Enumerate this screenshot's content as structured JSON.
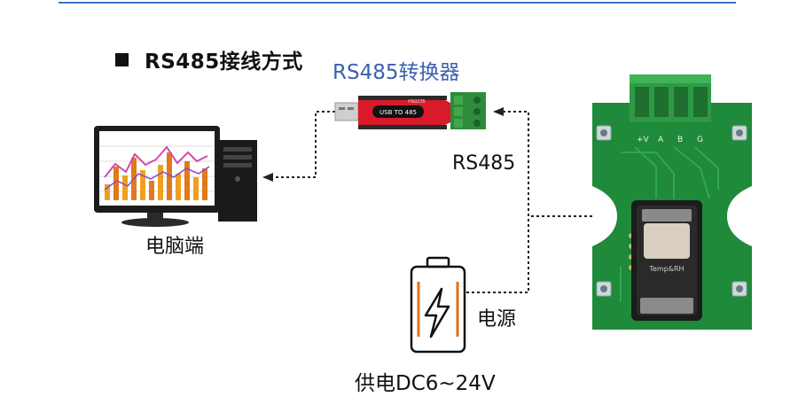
{
  "heading": "RS485接线方式",
  "converter": {
    "title": "RS485转换器",
    "label": "USB TO 485",
    "model": "HS0235"
  },
  "labels": {
    "pc": "电脑端",
    "bus": "RS485",
    "power": "电源",
    "supply": "供电DC6~24V"
  },
  "board_pins": [
    "+V",
    "A",
    "B",
    "G"
  ],
  "sensor_text": "Temp&RH"
}
